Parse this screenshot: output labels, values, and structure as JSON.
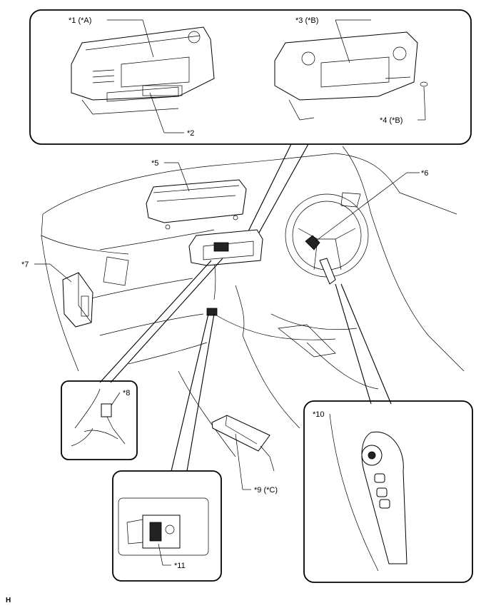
{
  "callouts": {
    "c1": "*1 (*A)",
    "c2": "*2",
    "c3": "*3 (*B)",
    "c4": "*4 (*B)",
    "c5": "*5",
    "c6": "*6",
    "c7": "*7",
    "c8": "*8",
    "c9": "*9 (*C)",
    "c10": "*10",
    "c11": "*11"
  },
  "corner_mark": "H"
}
